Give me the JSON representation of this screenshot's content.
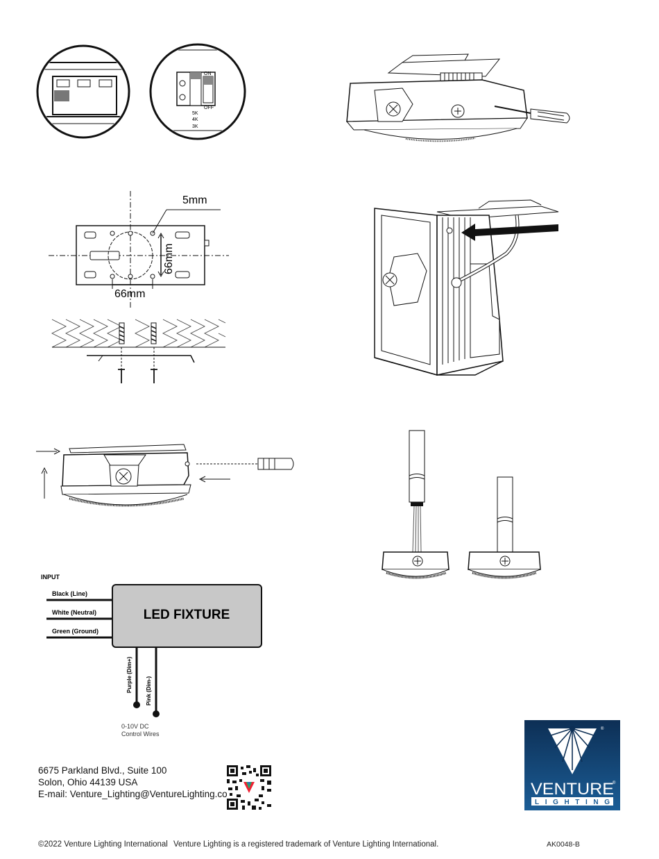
{
  "switch_labels": {
    "on": "ON",
    "off": "OFF",
    "k5": "5K",
    "k4": "4K",
    "k3": "3K"
  },
  "dimensions": {
    "hole_size": "5mm",
    "vertical_spacing": "66mm",
    "horizontal_spacing": "66mm"
  },
  "wiring": {
    "input_label": "INPUT",
    "fixture_label": "LED FIXTURE",
    "wires": [
      "Black (Line)",
      "White (Neutral)",
      "Green (Ground)"
    ],
    "dim_wires": [
      "Purple (Dim+)",
      "Pink (Dim-)"
    ],
    "control_line1": "0-10V DC",
    "control_line2": "Control Wires"
  },
  "address": {
    "line1": "6675 Parkland Blvd., Suite 100",
    "line2": "Solon, Ohio 44139 USA",
    "line3": "E-mail: Venture_Lighting@VentureLighting.com"
  },
  "logo": {
    "word": "VENTURE",
    "sub": "LIGHTING",
    "reg": "®"
  },
  "footer": {
    "copyright": "©2022 Venture Lighting International",
    "trademark": "Venture Lighting is a registered trademark of Venture Lighting International.",
    "doc_code": "AK0048-B"
  }
}
